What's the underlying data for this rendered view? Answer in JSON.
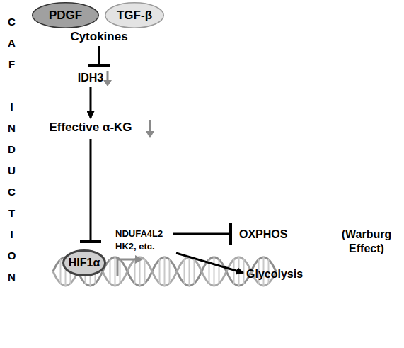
{
  "diagram": {
    "nodes": [
      {
        "text": [
          "PDGF"
        ]
      },
      {
        "text": [
          "TGF-β"
        ]
      },
      {
        "text": [
          "Cytokines"
        ]
      },
      {
        "text": [
          "IDH3"
        ]
      },
      {
        "text": [
          "Effective α-KG"
        ]
      },
      {
        "text": [
          "HIF1α"
        ]
      },
      {
        "text": [
          "NDUFA4L2 HK2, etc."
        ]
      },
      {
        "text": [
          "OXPHOS"
        ]
      },
      {
        "text": [
          "Glycolysis"
        ]
      }
    ],
    "edges": [
      {
        "from": 2,
        "to": 3,
        "arrow": "to"
      },
      {
        "from": 3,
        "to": 4,
        "arrow": "to"
      },
      {
        "from": 4,
        "to": 5,
        "arrow": "to"
      },
      {
        "from": 6,
        "to": 7,
        "arrow": "to"
      },
      {
        "from": 6,
        "to": 8,
        "arrow": "to"
      }
    ],
    "labels": [
      "CAF INDUCTION",
      "(Warburg Effect)"
    ]
  }
}
